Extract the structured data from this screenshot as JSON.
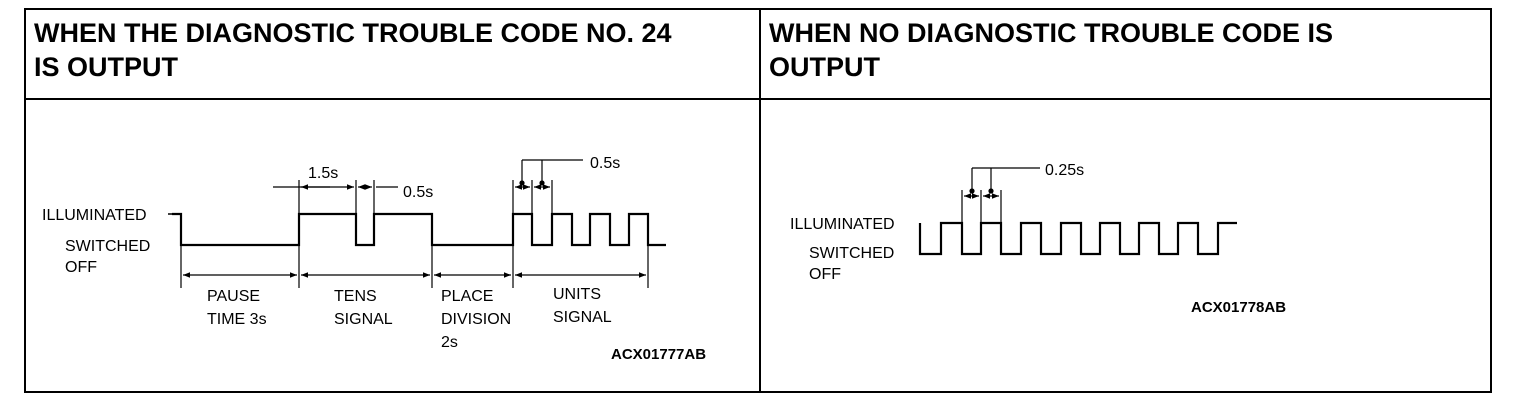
{
  "left_panel": {
    "title_line1": "WHEN THE DIAGNOSTIC TROUBLE CODE NO. 24",
    "title_line2": "IS OUTPUT",
    "illuminated": "ILLUMINATED",
    "switched": "SWITCHED",
    "off": "OFF",
    "t_1_5": "1.5s",
    "t_0_5a": "0.5s",
    "t_0_5b": "0.5s",
    "pause_1": "PAUSE",
    "pause_2": "TIME 3s",
    "tens_1": "TENS",
    "tens_2": "SIGNAL",
    "place_1": "PLACE",
    "place_2": "DIVISION",
    "place_3": "2s",
    "units_1": "UNITS",
    "units_2": "SIGNAL",
    "code": "ACX01777AB"
  },
  "right_panel": {
    "title_line1": "WHEN NO DIAGNOSTIC TROUBLE CODE IS",
    "title_line2": "OUTPUT",
    "illuminated": "ILLUMINATED",
    "switched": "SWITCHED",
    "off": "OFF",
    "t_0_25": "0.25s",
    "code": "ACX01778AB"
  }
}
